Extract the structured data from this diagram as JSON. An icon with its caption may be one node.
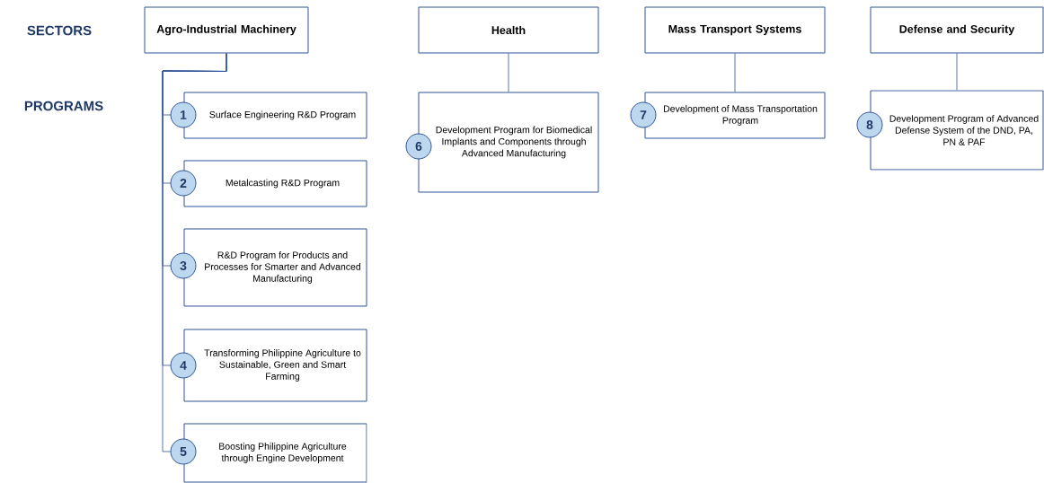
{
  "diagram": {
    "nodes": [
      {
        "text": [
          "Agro-Industrial Machinery"
        ]
      },
      {
        "text": [
          "1"
        ]
      },
      {
        "text": [
          "Surface Engineering R&D Program"
        ]
      },
      {
        "text": [
          "2"
        ]
      },
      {
        "text": [
          "Metalcasting R&D Program"
        ]
      },
      {
        "text": [
          "3"
        ]
      },
      {
        "text": [
          "R&D Program for Products and Processes for Smarter and Advanced Manufacturing"
        ]
      },
      {
        "text": [
          "4"
        ]
      },
      {
        "text": [
          "Transforming Philippine Agriculture to Sustainable, Green and Smart Farming"
        ]
      },
      {
        "text": [
          "5"
        ]
      },
      {
        "text": [
          "Boosting Philippine Agriculture through Engine Development"
        ]
      },
      {
        "text": [
          "Health"
        ]
      },
      {
        "text": [
          "Development Program for Biomedical Implants and Components through Advanced Manufacturing"
        ]
      },
      {
        "text": [
          "6"
        ]
      },
      {
        "text": [
          "Mass Transport Systems"
        ]
      },
      {
        "text": [
          "Development of Mass Transportation Program"
        ]
      },
      {
        "text": [
          "7"
        ]
      },
      {
        "text": [
          "Defense and Security"
        ]
      },
      {
        "text": [
          "Development Program of Advanced Defense System of the DND, PA, PN & PAF"
        ]
      },
      {
        "text": [
          "8"
        ]
      }
    ],
    "edges": [
      {
        "from": 0,
        "to": 1,
        "arrow": "none"
      },
      {
        "from": 0,
        "to": 3,
        "arrow": "none"
      },
      {
        "from": 0,
        "to": 5,
        "arrow": "none"
      },
      {
        "from": 0,
        "to": 7,
        "arrow": "none"
      },
      {
        "from": 0,
        "to": 9,
        "arrow": "none"
      },
      {
        "from": 11,
        "to": 12,
        "arrow": "none"
      },
      {
        "from": 14,
        "to": 15,
        "arrow": "none"
      },
      {
        "from": 17,
        "to": 18,
        "arrow": "none"
      }
    ],
    "labels": [
      "SECTORS",
      "PROGRAMS"
    ]
  }
}
